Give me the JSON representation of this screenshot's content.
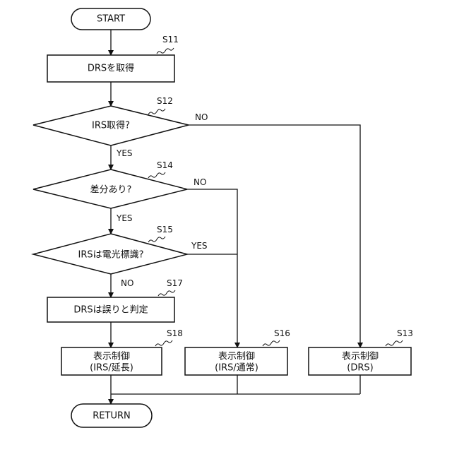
{
  "nodes": {
    "start": {
      "label": "START"
    },
    "get_drs": {
      "step": "S11",
      "label": "DRSを取得"
    },
    "irs_acquired": {
      "step": "S12",
      "label": "IRS取得?"
    },
    "difference": {
      "step": "S14",
      "label": "差分あり?"
    },
    "irs_electric_sign": {
      "step": "S15",
      "label": "IRSは電光標識?"
    },
    "drs_error": {
      "step": "S17",
      "label": "DRSは誤りと判定"
    },
    "display_irs_extend": {
      "step": "S18",
      "line1": "表示制御",
      "line2": "(IRS/延長)"
    },
    "display_irs_normal": {
      "step": "S16",
      "line1": "表示制御",
      "line2": "(IRS/通常)"
    },
    "display_drs": {
      "step": "S13",
      "line1": "表示制御",
      "line2": "(DRS)"
    },
    "return": {
      "label": "RETURN"
    }
  },
  "branches": {
    "s12_no": "NO",
    "s12_yes": "YES",
    "s14_no": "NO",
    "s14_yes": "YES",
    "s15_yes": "YES",
    "s15_no": "NO"
  }
}
